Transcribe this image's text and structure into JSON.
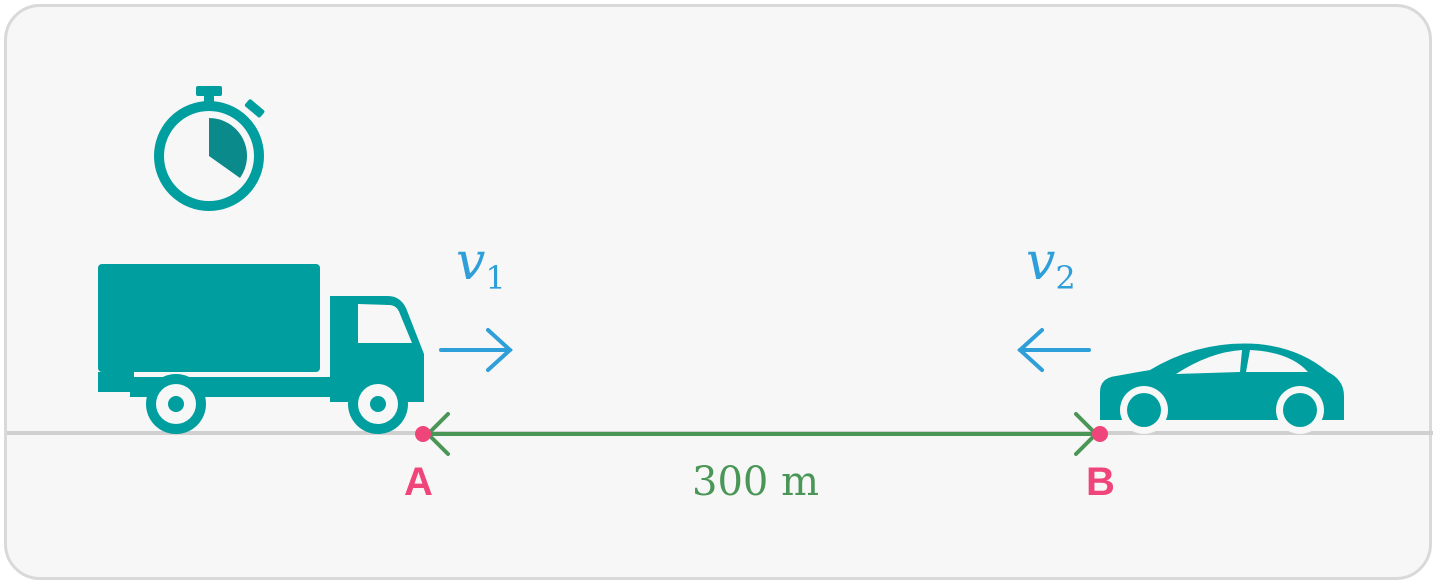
{
  "colors": {
    "vehicle": "#009E9E",
    "point": "#F0457A",
    "velocity": "#2E9FD8",
    "distance": "#4A9657",
    "road": "#D0D0D0",
    "frame": "#D9D9D9",
    "background": "#F7F7F7"
  },
  "points": {
    "a_label": "A",
    "b_label": "B"
  },
  "distance": {
    "label": "300 m"
  },
  "velocities": {
    "v1": {
      "symbol": "v",
      "subscript": "1"
    },
    "v2": {
      "symbol": "v",
      "subscript": "2"
    }
  },
  "icons": [
    "stopwatch-icon",
    "truck-icon",
    "car-icon"
  ]
}
